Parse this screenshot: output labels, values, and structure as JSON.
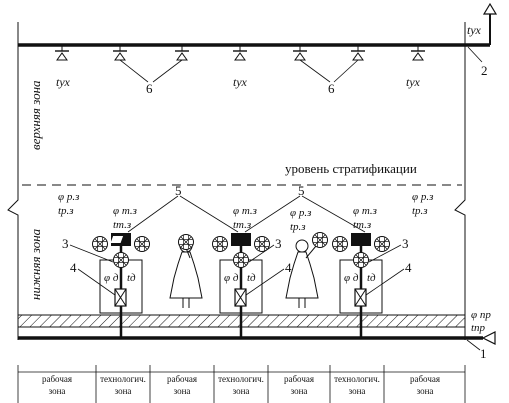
{
  "zones": {
    "upper": "верхняя зона",
    "lower": "нижняя зона"
  },
  "stratification_label": "уровень стратификации",
  "labels": {
    "t_yx": "tух",
    "t_yx_top": "tух",
    "phi_rz": "φ р.з",
    "t_rz": "tр.з",
    "phi_tz": "φ т.з",
    "t_tz": "tт.з",
    "phi_d": "φ д",
    "t_d": "tд",
    "phi_pr": "φ пр",
    "t_pr": "tпр"
  },
  "callouts": {
    "n1": "1",
    "n2": "2",
    "n3": "3",
    "n4": "4",
    "n5": "5",
    "n6": "6"
  },
  "bottom_zones": [
    [
      "рабочая",
      "зона"
    ],
    [
      "технологич.",
      "зона"
    ],
    [
      "рабочая",
      "зона"
    ],
    [
      "технологич.",
      "зона"
    ],
    [
      "рабочая",
      "зона"
    ],
    [
      "технологич.",
      "зона"
    ],
    [
      "рабочая",
      "зона"
    ]
  ]
}
